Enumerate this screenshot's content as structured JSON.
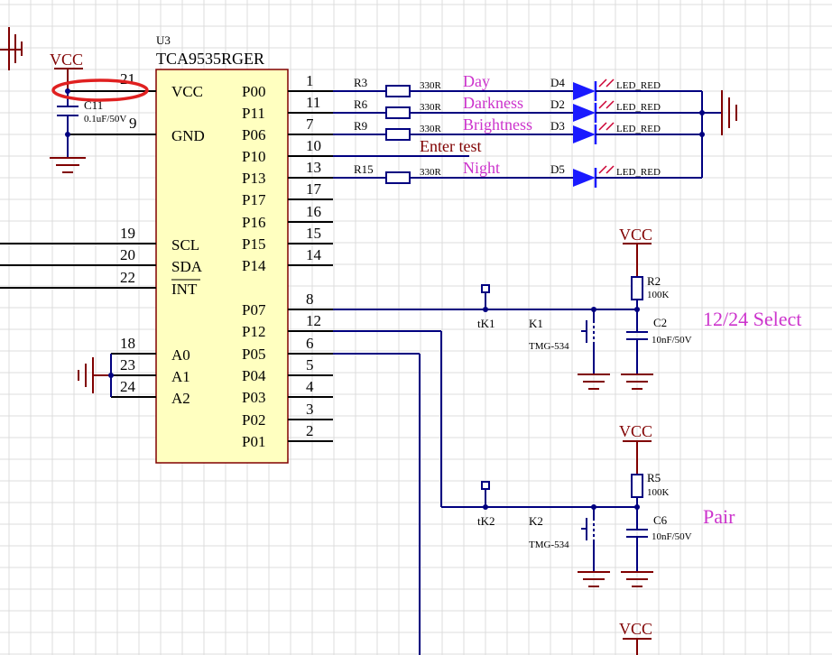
{
  "chip": {
    "designator": "U3",
    "part": "TCA9535RGER",
    "left_pins": [
      {
        "num": "21",
        "name": "VCC"
      },
      {
        "num": "9",
        "name": "GND"
      },
      {
        "num": "19",
        "name": "SCL"
      },
      {
        "num": "20",
        "name": "SDA"
      },
      {
        "num": "22",
        "name": "INT"
      },
      {
        "num": "18",
        "name": "A0"
      },
      {
        "num": "23",
        "name": "A1"
      },
      {
        "num": "24",
        "name": "A2"
      }
    ],
    "right_pins": [
      {
        "num": "1",
        "name": "P00"
      },
      {
        "num": "11",
        "name": "P11"
      },
      {
        "num": "7",
        "name": "P06"
      },
      {
        "num": "10",
        "name": "P10"
      },
      {
        "num": "13",
        "name": "P13"
      },
      {
        "num": "17",
        "name": "P17"
      },
      {
        "num": "16",
        "name": "P16"
      },
      {
        "num": "15",
        "name": "P15"
      },
      {
        "num": "14",
        "name": "P14"
      },
      {
        "num": "8",
        "name": "P07"
      },
      {
        "num": "12",
        "name": "P12"
      },
      {
        "num": "6",
        "name": "P05"
      },
      {
        "num": "5",
        "name": "P04"
      },
      {
        "num": "4",
        "name": "P03"
      },
      {
        "num": "3",
        "name": "P02"
      },
      {
        "num": "2",
        "name": "P01"
      }
    ]
  },
  "power": {
    "vcc": "VCC"
  },
  "capacitor_c11": {
    "designator": "C11",
    "value": "0.1uF/50V"
  },
  "led_channels": [
    {
      "resistor": "R3",
      "value": "330R",
      "net": "Day",
      "led": "D4",
      "led_value": "LED_RED"
    },
    {
      "resistor": "R6",
      "value": "330R",
      "net": "Darkness",
      "led": "D2",
      "led_value": "LED_RED"
    },
    {
      "resistor": "R9",
      "value": "330R",
      "net": "Brightness",
      "led": "D3",
      "led_value": "LED_RED"
    },
    {
      "resistor": "R15",
      "value": "330R",
      "net": "Night",
      "led": "D5",
      "led_value": "LED_RED"
    }
  ],
  "enter_test": "Enter test",
  "buttons": [
    {
      "test_point": "tK1",
      "switch": "K1",
      "switch_value": "TMG-534",
      "resistor": "R2",
      "resistor_value": "100K",
      "cap": "C2",
      "cap_value": "10nF/50V",
      "label": "12/24 Select"
    },
    {
      "test_point": "tK2",
      "switch": "K2",
      "switch_value": "TMG-534",
      "resistor": "R5",
      "resistor_value": "100K",
      "cap": "C6",
      "cap_value": "10nF/50V",
      "label": "Pair"
    }
  ],
  "colors": {
    "wire": "#000080",
    "power": "#800000",
    "net_label": "#cc33cc",
    "chip_fill": "#ffffc0",
    "led": "#1a1aff",
    "highlight": "#e02020"
  }
}
